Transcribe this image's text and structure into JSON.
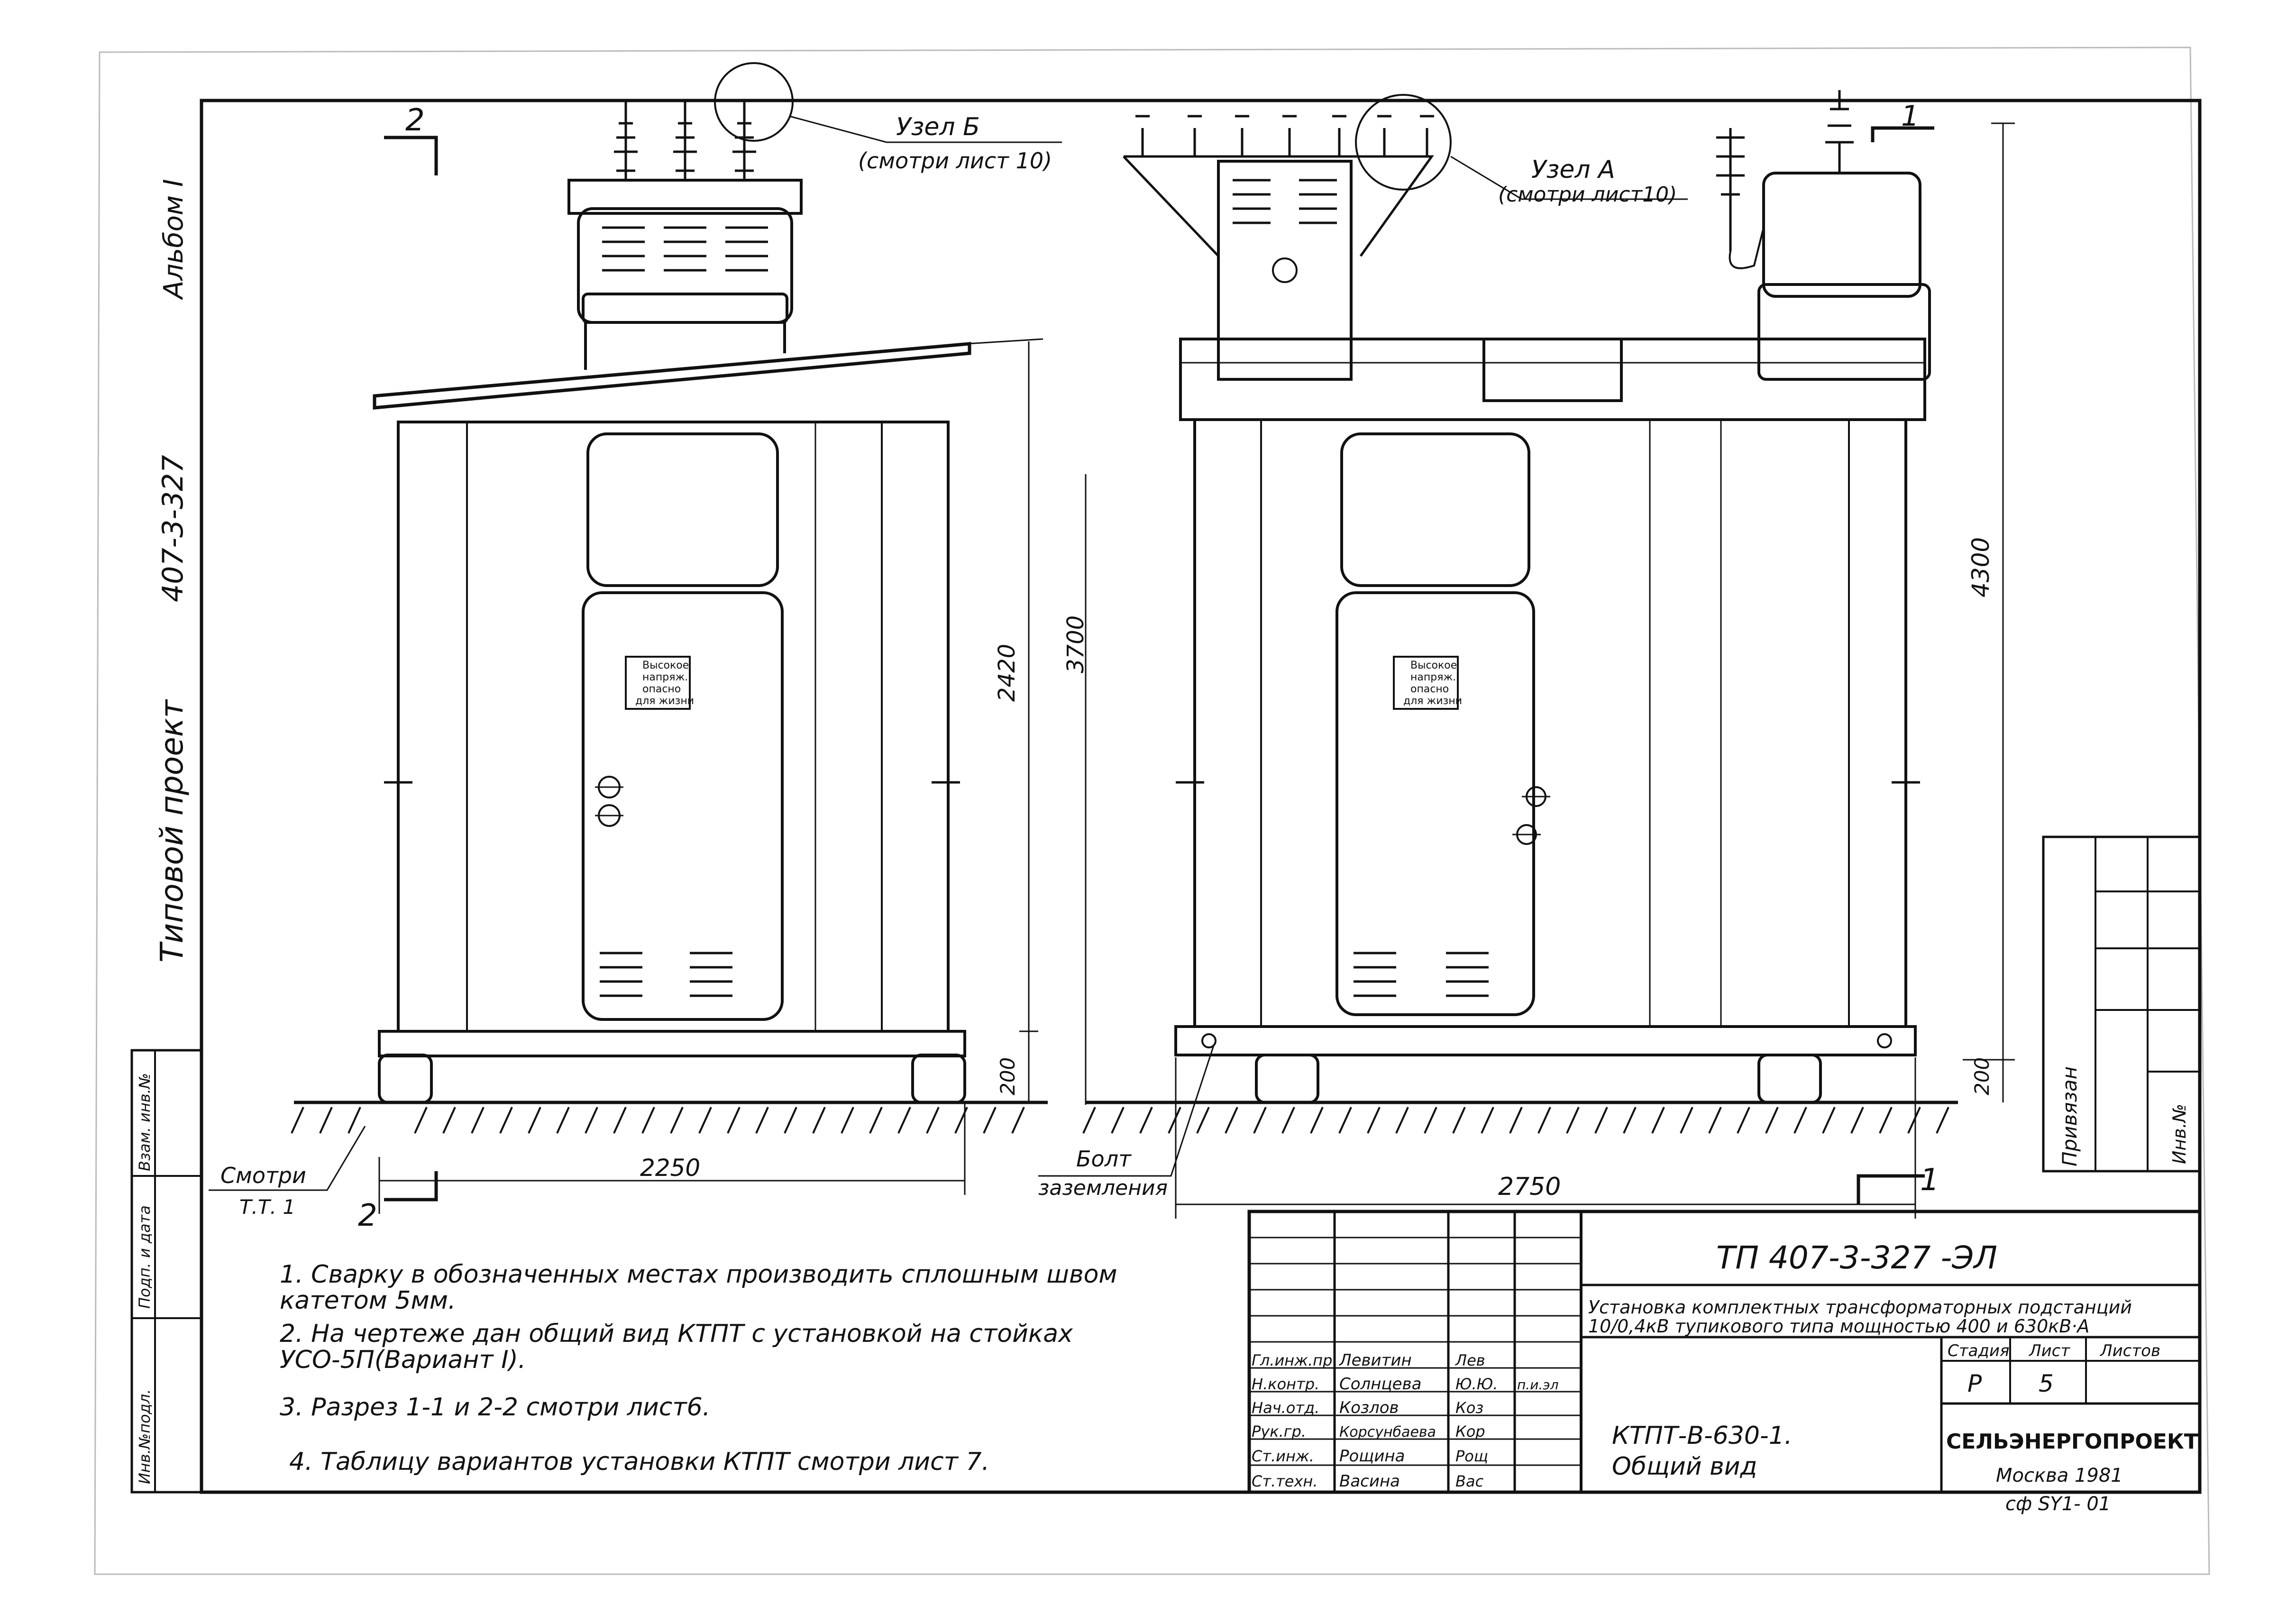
{
  "side_stamp": {
    "album": "Альбом I",
    "project_no": "407-3-327",
    "project_type": "Типовой  проект"
  },
  "left_stamp": {
    "col1": "Инв.№подл.",
    "col2": "Подп. и дата",
    "col3": "Взам. инв.№"
  },
  "callouts": {
    "node_b": "Узел Б",
    "node_b_ref": "(смотри лист 10)",
    "node_a": "Узел А",
    "node_a_ref": "(смотри лист10)",
    "see_label": "Смотри",
    "see_ref": "Т.Т. 1",
    "bolt_line1": "Болт",
    "bolt_line2": "заземления"
  },
  "section_marks": {
    "left_top": "2",
    "left_bottom": "2",
    "right_top": "1",
    "right_bottom": "1"
  },
  "dimensions": {
    "left_height": "2420",
    "left_base": "200",
    "left_width": "2250",
    "total_height": "3700",
    "right_height": "4300",
    "right_base": "200",
    "right_width": "2750"
  },
  "warning_sign": {
    "line1": "Высокое",
    "line2": "напряж.",
    "line3": "опасно",
    "line4": "для жизни"
  },
  "notes": [
    "1. Сварку  в обозначенных  местах   производить   сплошным швом",
    "    катетом 5мм.",
    "2. На чертеже дан  общий вид КТПТ с установкой на стойках",
    "    УСО-5П(Вариант I).",
    "3. Разрез 1-1 и 2-2   смотри лист6.",
    "4. Таблицу   вариантов  установки КТПТ  смотри лист 7."
  ],
  "title_block": {
    "doc_code": "ТП 407-3-327    -ЭЛ",
    "title_line1": "Установка  комплектных  трансформаторных  подстанций",
    "title_line2": "10/0,4кВ  тупикового типа  мощностью 400 и 630кВ·А",
    "stage_header": "Стадия",
    "sheet_header": "Лист",
    "sheets_header": "Листов",
    "stage": "Р",
    "sheet": "5",
    "drawing_name_1": "КТПТ-В-630-1.",
    "drawing_name_2": "Общий   вид",
    "org": "СЕЛЬЭНЕРГОПРОЕКТ",
    "city_year": "Москва 1981",
    "archive_no": "сф SY1- 01",
    "signatures": [
      {
        "role": "Гл.инж.пр.",
        "name": "Левитин",
        "sign": "Лев"
      },
      {
        "role": "Н.контр.",
        "name": "Солнцева",
        "sign": "Ю.Ю.",
        "date": "п.и.эл"
      },
      {
        "role": "Нач.отд.",
        "name": "Козлов",
        "sign": "Коз"
      },
      {
        "role": "Рук.гр.",
        "name": "Корсунбаева",
        "sign": "Кор"
      },
      {
        "role": "Ст.инж.",
        "name": "Рощина",
        "sign": "Рощ"
      },
      {
        "role": "Ст.техн.",
        "name": "Васина",
        "sign": "Вас"
      }
    ]
  },
  "right_stamp": {
    "privyazan": "Привязан",
    "inv_no": "Инв.№"
  }
}
